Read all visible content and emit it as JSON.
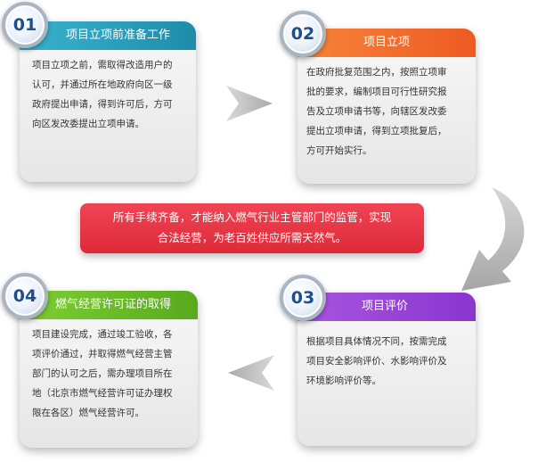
{
  "steps": [
    {
      "number": "01",
      "title": "项目立项前准备工作",
      "lines": [
        "项目立项之前，需取得改造用户的",
        "认可，并通过所在地政府向区一级",
        "政府提出申请，得到许可后，方可",
        "向区发改委提出立项申请。"
      ]
    },
    {
      "number": "02",
      "title": "项目立项",
      "lines": [
        "在政府批复范围之内，按照立项审",
        "批的要求，编制项目可行性研究报",
        "告及立项申请书等，向辖区发改委",
        "提出立项申请，得到立项批复后，",
        "方可开始实行。"
      ]
    },
    {
      "number": "03",
      "title": "项目评价",
      "lines": [
        "根据项目具体情况不同，按需完成",
        "项目安全影响评价、水影响评价及",
        "环境影响评价等。"
      ]
    },
    {
      "number": "04",
      "title": "燃气经营许可证的取得",
      "lines": [
        "项目建设完成，通过竣工验收，各",
        "项评价通过，并取得燃气经营主管",
        "部门的认可之后，需办理项目所在",
        "地（北京市燃气经营许可证办理权",
        "限在各区）燃气经营许可。"
      ]
    }
  ],
  "banner": {
    "lines": [
      "所有手续齐备，才能纳入燃气行业主管部门的监管，实现",
      "合法经营，为老百姓供应所需天然气。"
    ]
  },
  "colors": {
    "step1": "#2aa3c0",
    "step2": "#f2672a",
    "step3": "#9b43d8",
    "step4": "#6cbf2a",
    "banner": "#e3323f",
    "arrow": "#c2c2c2"
  },
  "icons": [
    "arrow-right-icon",
    "curved-arrow-down-icon",
    "arrow-left-icon"
  ]
}
